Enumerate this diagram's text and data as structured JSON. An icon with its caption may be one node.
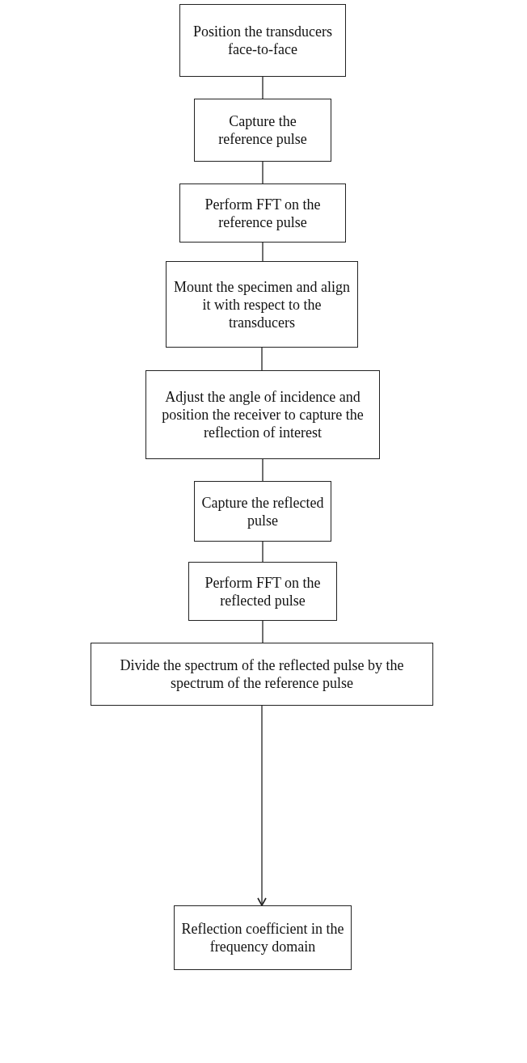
{
  "diagram": {
    "nodes": [
      {
        "text": [
          "Position the transducers face-to-face"
        ]
      },
      {
        "text": [
          "Capture the reference pulse"
        ]
      },
      {
        "text": [
          "Perform FFT on the reference pulse"
        ]
      },
      {
        "text": [
          "Mount the specimen and align it with respect to the transducers"
        ]
      },
      {
        "text": [
          "Adjust the angle of incidence and position the receiver to capture the reflection of interest"
        ]
      },
      {
        "text": [
          "Capture the reflected pulse"
        ]
      },
      {
        "text": [
          "Perform FFT on the reflected pulse"
        ]
      },
      {
        "text": [
          "Divide the spectrum of the reflected pulse by the spectrum of the reference pulse"
        ]
      },
      {
        "text": [
          "Reflection coefficient in the frequency domain"
        ]
      }
    ],
    "edges": [
      {
        "from": 0,
        "to": 1,
        "arrow": "none"
      },
      {
        "from": 1,
        "to": 2,
        "arrow": "none"
      },
      {
        "from": 2,
        "to": 3,
        "arrow": "none"
      },
      {
        "from": 3,
        "to": 4,
        "arrow": "none"
      },
      {
        "from": 4,
        "to": 5,
        "arrow": "none"
      },
      {
        "from": 5,
        "to": 6,
        "arrow": "none"
      },
      {
        "from": 6,
        "to": 7,
        "arrow": "none"
      },
      {
        "from": 7,
        "to": 8,
        "arrow": "to"
      }
    ]
  }
}
